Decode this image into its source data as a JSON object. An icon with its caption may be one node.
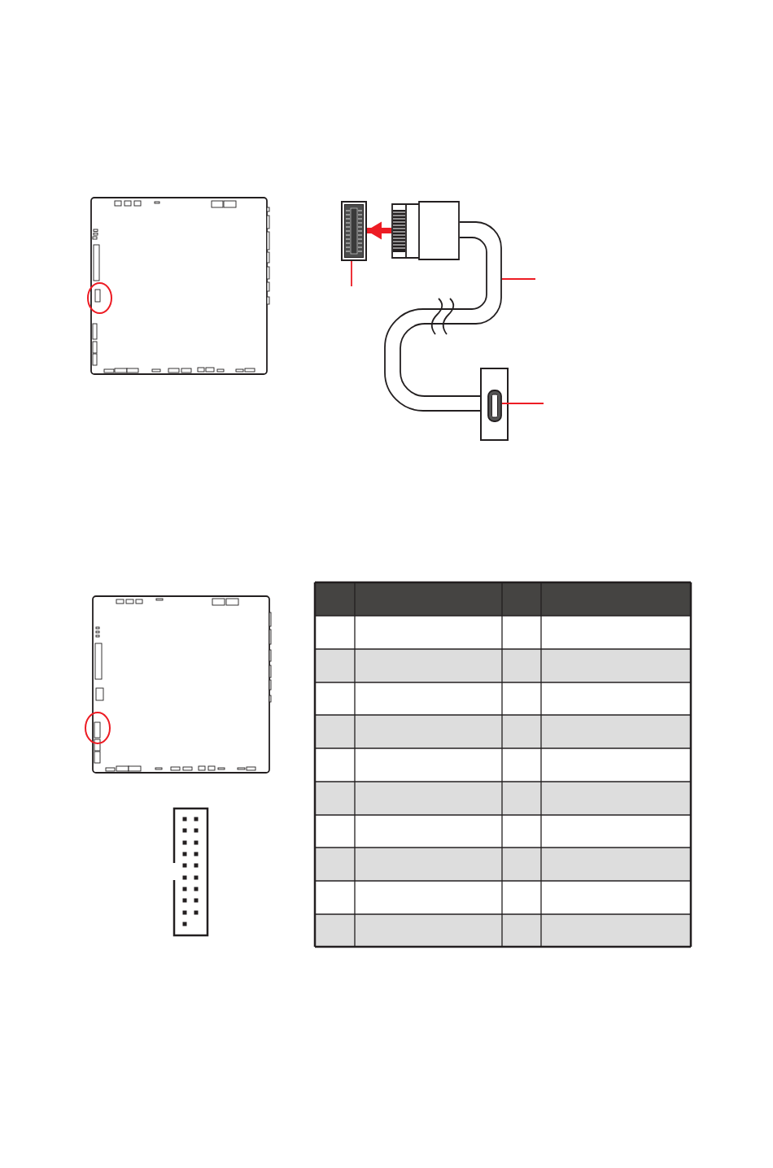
{
  "diagram": {
    "nodes": [
      {
        "text": [],
        "shape": "picture"
      },
      {
        "text": [],
        "shape": "picture"
      },
      {
        "text": [],
        "shape": "picture"
      },
      {
        "text": [],
        "shape": "picture"
      }
    ],
    "edges": [
      {
        "from": 1,
        "to": 0,
        "arrow": "to",
        "style": "thick"
      },
      {
        "from": null,
        "to": 0,
        "arrow": "none"
      },
      {
        "from": null,
        "to": 2,
        "arrow": "none"
      },
      {
        "from": null,
        "to": 3,
        "arrow": "none"
      }
    ]
  }
}
